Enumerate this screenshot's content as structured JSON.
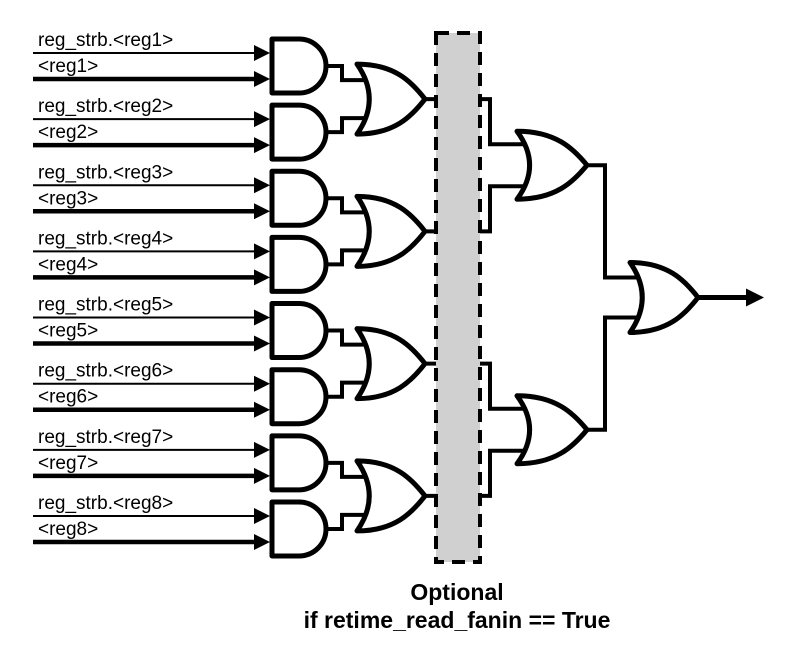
{
  "diagram": {
    "inputs": [
      {
        "strobe_label": "reg_strb.<reg1>",
        "data_label": "<reg1>"
      },
      {
        "strobe_label": "reg_strb.<reg2>",
        "data_label": "<reg2>"
      },
      {
        "strobe_label": "reg_strb.<reg3>",
        "data_label": "<reg3>"
      },
      {
        "strobe_label": "reg_strb.<reg4>",
        "data_label": "<reg4>"
      },
      {
        "strobe_label": "reg_strb.<reg5>",
        "data_label": "<reg5>"
      },
      {
        "strobe_label": "reg_strb.<reg6>",
        "data_label": "<reg6>"
      },
      {
        "strobe_label": "reg_strb.<reg7>",
        "data_label": "<reg7>"
      },
      {
        "strobe_label": "reg_strb.<reg8>",
        "data_label": "<reg8>"
      }
    ],
    "caption": {
      "line1": "Optional",
      "line2": "if retime_read_fanin == True"
    },
    "gates": {
      "level1_type": "AND",
      "level1_count": 8,
      "level2_type": "OR",
      "level2_count": 4,
      "level3_type": "OR",
      "level3_count": 2,
      "level4_type": "OR",
      "level4_count": 1
    },
    "colors": {
      "line": "#000000",
      "text": "#000000",
      "gate_fill": "#ffffff",
      "retime_box_fill": "#d0d0d0",
      "retime_box_border": "#000000",
      "background": "#ffffff"
    }
  }
}
